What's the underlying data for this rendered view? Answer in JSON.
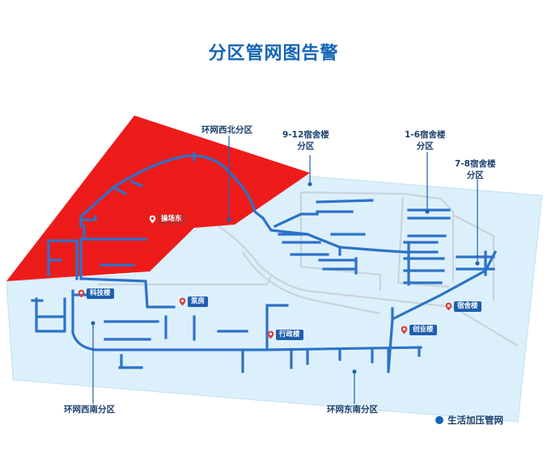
{
  "title": "分区管网图告警",
  "zones": {
    "northwest": "环网西北分区",
    "dorm_9_12": [
      "9-12宿舍楼",
      "分区"
    ],
    "dorm_1_6": [
      "1-6宿舍楼",
      "分区"
    ],
    "dorm_7_8": [
      "7-8宿舍楼",
      "分区"
    ],
    "southwest": "环网西南分区",
    "southeast": "环网东南分区"
  },
  "buildings": {
    "playground_east": "操场东",
    "science_building": "科技楼",
    "pump_room": "泵房",
    "admin_building": "行政楼",
    "entrepreneurship_building": "创业楼",
    "dormitory": "宿舍楼"
  },
  "legend": {
    "label": "生活加压管网"
  },
  "colors": {
    "alert_zone": "#ee1b1b",
    "normal_zone": "#dcf0fb",
    "pipe": "#2d72c8",
    "title": "#1565b8",
    "label_bg": "#1f5fae"
  }
}
